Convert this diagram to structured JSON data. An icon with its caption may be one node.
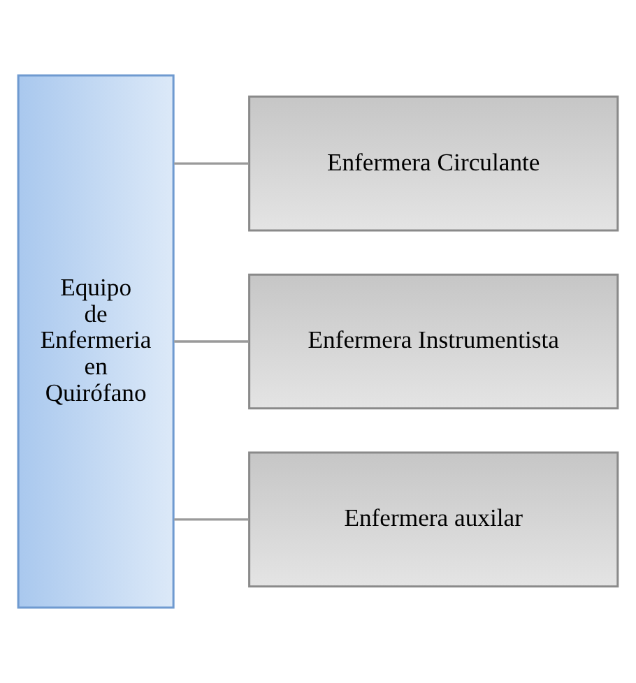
{
  "diagram": {
    "nodes": [
      {
        "text": [
          "Equipo de Enfermeria en Quirófano"
        ]
      },
      {
        "text": [
          "Enfermera Circulante"
        ]
      },
      {
        "text": [
          "Enfermera Instrumentista"
        ]
      },
      {
        "text": [
          "Enfermera auxilar"
        ]
      }
    ],
    "edges": [
      {
        "from": 0,
        "to": 1,
        "arrow": "none"
      },
      {
        "from": 0,
        "to": 2,
        "arrow": "none"
      },
      {
        "from": 0,
        "to": 3,
        "arrow": "none"
      }
    ]
  }
}
